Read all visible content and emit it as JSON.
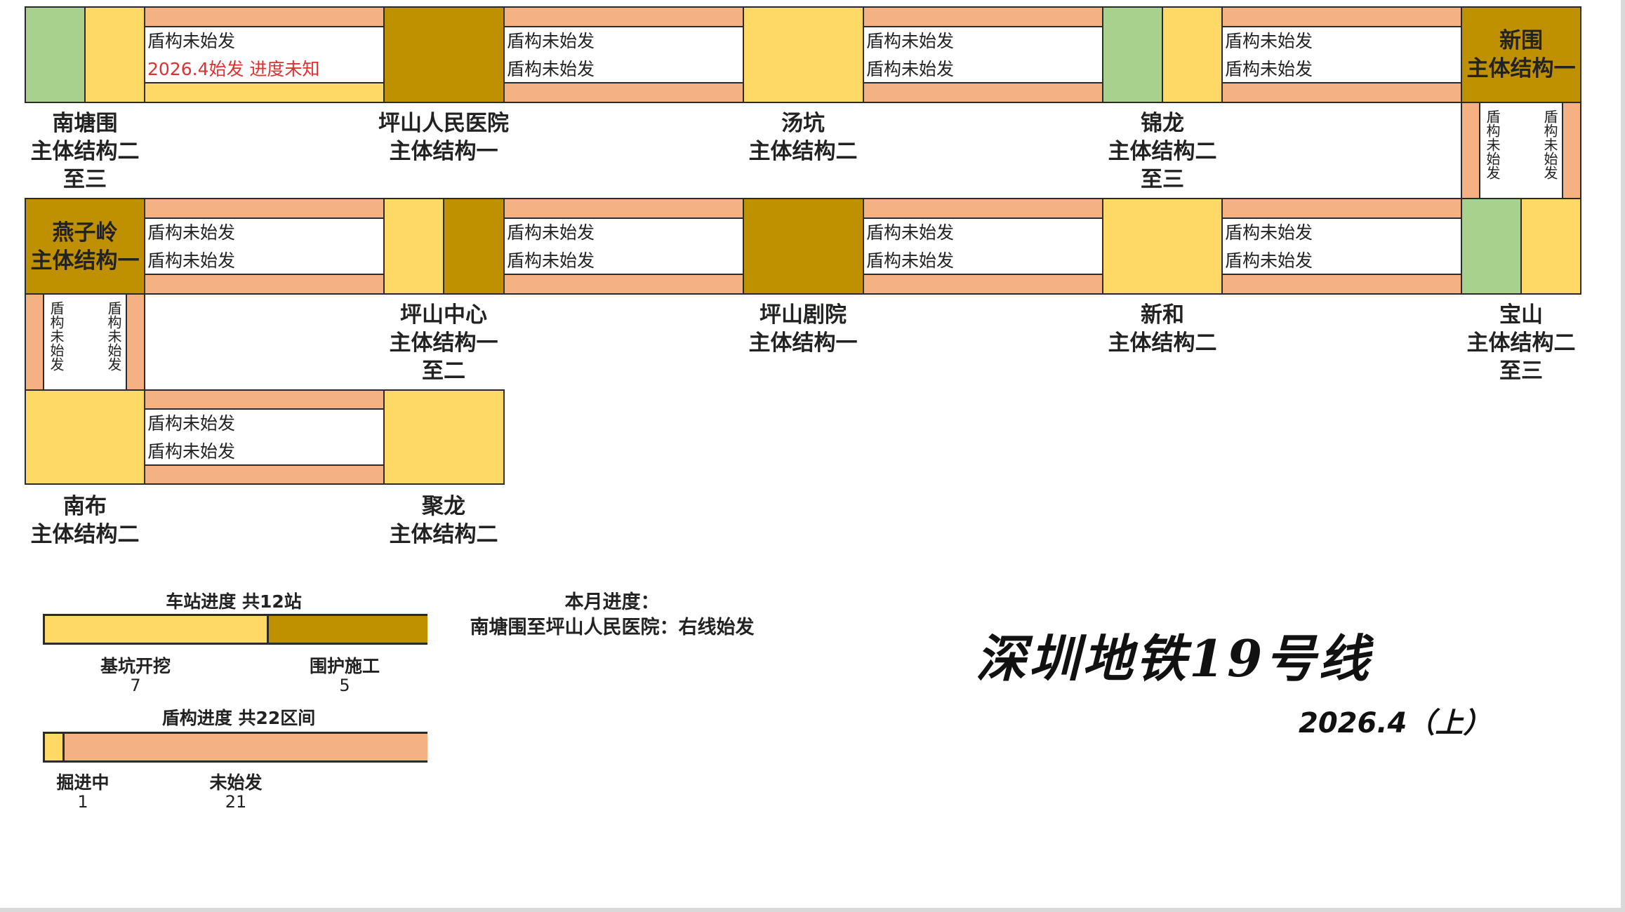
{
  "colors": {
    "completed": "#a9d18e",
    "excavation": "#ffd966",
    "enclosure": "#bf9000",
    "tunnel_not_started": "#f4b183",
    "remark_red": "#e03030",
    "outline": "#2b2b2b"
  },
  "stations": [
    {
      "id": "nantangwei",
      "name": "南塘围",
      "status": "主体结构二",
      "status2": "至三"
    },
    {
      "id": "pingshan-hospital",
      "name": "坪山人民医院",
      "status": "主体结构一",
      "status2": ""
    },
    {
      "id": "tangkeng",
      "name": "汤坑",
      "status": "主体结构二",
      "status2": ""
    },
    {
      "id": "jinlong",
      "name": "锦龙",
      "status": "主体结构二",
      "status2": "至三"
    },
    {
      "id": "xinwei",
      "name": "新围",
      "status": "主体结构一",
      "status2": ""
    },
    {
      "id": "yanziling",
      "name": "燕子岭",
      "status": "主体结构一",
      "status2": ""
    },
    {
      "id": "pingshan-center",
      "name": "坪山中心",
      "status": "主体结构一",
      "status2": "至二"
    },
    {
      "id": "pingshan-theatre",
      "name": "坪山剧院",
      "status": "主体结构一",
      "status2": ""
    },
    {
      "id": "xinhe",
      "name": "新和",
      "status": "主体结构二",
      "status2": ""
    },
    {
      "id": "baoshan",
      "name": "宝山",
      "status": "主体结构二",
      "status2": "至三"
    },
    {
      "id": "nanbu",
      "name": "南布",
      "status": "主体结构二",
      "status2": ""
    },
    {
      "id": "julong",
      "name": "聚龙",
      "status": "主体结构二",
      "status2": ""
    }
  ],
  "sections": [
    {
      "id": "s1",
      "line1": "盾构未始发",
      "line2": "2026.4始发 进度未知",
      "line2_red": true
    },
    {
      "id": "s2",
      "line1": "盾构未始发",
      "line2": "盾构未始发"
    },
    {
      "id": "s3",
      "line1": "盾构未始发",
      "line2": "盾构未始发"
    },
    {
      "id": "s4",
      "line1": "盾构未始发",
      "line2": "盾构未始发"
    },
    {
      "id": "v1",
      "line1": "盾构未始发",
      "line2": "盾构未始发"
    },
    {
      "id": "s5",
      "line1": "盾构未始发",
      "line2": "盾构未始发"
    },
    {
      "id": "s6",
      "line1": "盾构未始发",
      "line2": "盾构未始发"
    },
    {
      "id": "s7",
      "line1": "盾构未始发",
      "line2": "盾构未始发"
    },
    {
      "id": "s8",
      "line1": "盾构未始发",
      "line2": "盾构未始发"
    },
    {
      "id": "v2",
      "line1": "盾构未始发",
      "line2": "盾构未始发"
    },
    {
      "id": "s9",
      "line1": "盾构未始发",
      "line2": "盾构未始发"
    }
  ],
  "legend": {
    "stations": {
      "title": "车站进度 共12站",
      "items": [
        {
          "label": "基坑开挖",
          "count": "7",
          "value": 7,
          "color": "#ffd966"
        },
        {
          "label": "围护施工",
          "count": "5",
          "value": 5,
          "color": "#bf9000"
        }
      ]
    },
    "shield": {
      "title": "盾构进度 共22区间",
      "items": [
        {
          "label": "掘进中",
          "count": "1",
          "value": 1,
          "color": "#ffd966"
        },
        {
          "label": "未始发",
          "count": "21",
          "value": 21,
          "color": "#f4b183"
        }
      ]
    }
  },
  "monthly": {
    "title": "本月进度：",
    "text": "南塘围至坪山人民医院：右线始发"
  },
  "title": "深圳地铁19号线",
  "date": "2026.4（上）"
}
